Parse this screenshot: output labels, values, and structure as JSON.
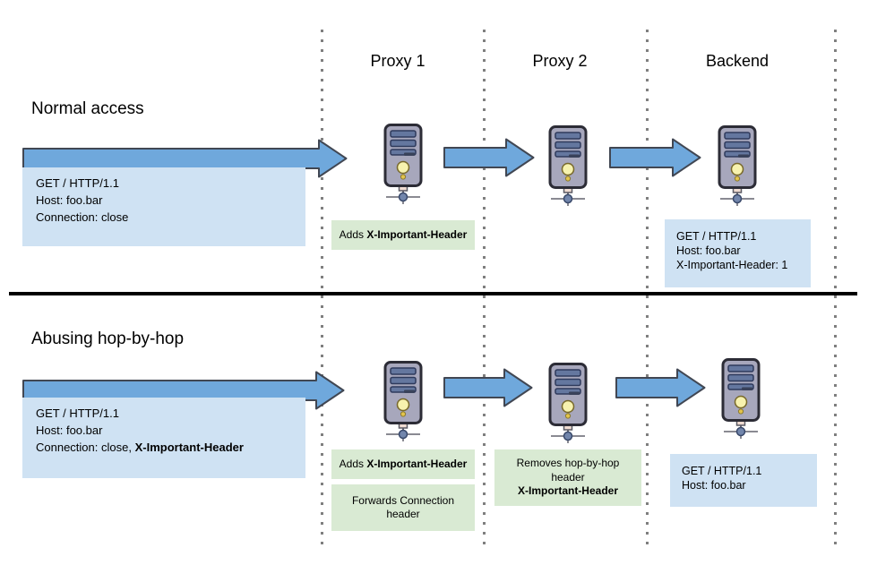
{
  "columns": [
    "Proxy 1",
    "Proxy 2",
    "Backend"
  ],
  "colors": {
    "arrow_fill": "#6fa8dc",
    "arrow_stroke": "#414753",
    "request_box_bg": "#cfe2f3",
    "note_box_bg": "#d9ead3",
    "server_body": "#a7a7bc",
    "server_slot": "#64779f",
    "dotted_line": "#7f7f7f",
    "section_divider": "#000000"
  },
  "icons": {
    "server": "server-tower-icon",
    "arrow": "block-right-arrow-icon"
  },
  "normal": {
    "title": "Normal access",
    "request": {
      "line1": "GET / HTTP/1.1",
      "line2": "Host: foo.bar",
      "line3": "Connection: close"
    },
    "proxy1_note": {
      "prefix": "Adds ",
      "bold": "X-Important-Header"
    },
    "backend_request": {
      "line1": "GET / HTTP/1.1",
      "line2": "Host: foo.bar",
      "line3": "X-Important-Header: 1"
    }
  },
  "abuse": {
    "title": "Abusing hop-by-hop",
    "request": {
      "line1": "GET / HTTP/1.1",
      "line2": "Host: foo.bar",
      "line3_prefix": "Connection: close, ",
      "line3_bold": "X-Important-Header"
    },
    "proxy1_note1": {
      "prefix": "Adds ",
      "bold": "X-Important-Header"
    },
    "proxy1_note2": "Forwards Connection header",
    "proxy2_note": {
      "line1": "Removes hop-by-hop",
      "line2": "header",
      "line3_bold": "X-Important-Header"
    },
    "backend_request": {
      "line1": "GET / HTTP/1.1",
      "line2": "Host: foo.bar"
    }
  }
}
